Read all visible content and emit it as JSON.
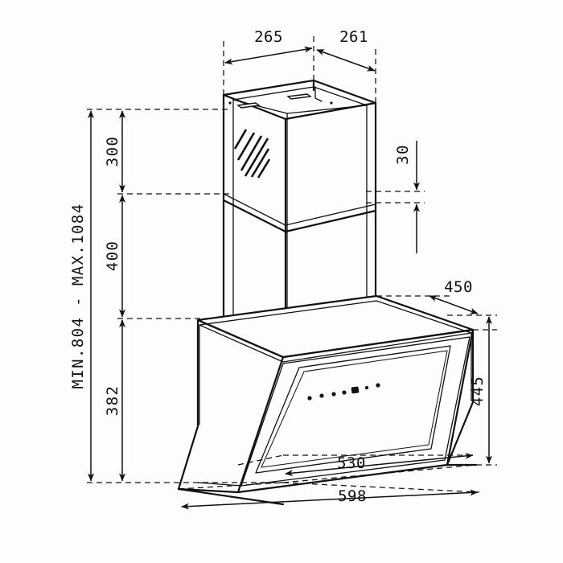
{
  "drawing": {
    "type": "technical-dimension-drawing",
    "subject": "angled-glass-wall-mounted-cooker-hood",
    "units": "mm",
    "background_color": "#fdfdfd",
    "line_color": "#111111"
  },
  "dimensions": {
    "chimney_top_width": "265",
    "chimney_top_depth": "261",
    "chimney_upper_height": "300",
    "chimney_lower_height": "400",
    "body_height": "382",
    "grille_offset": "30",
    "hood_depth": "450",
    "front_panel_height": "445",
    "glass_panel_width": "530",
    "hood_width": "598",
    "total_height_range": "MIN.804 - MAX.1084"
  },
  "labels": {
    "d265": "265",
    "d261": "261",
    "d300": "300",
    "d400": "400",
    "d382": "382",
    "d30": "30",
    "d450": "450",
    "d445": "445",
    "d530": "530",
    "d598": "598",
    "dRange": "MIN.804 - MAX.1084"
  }
}
